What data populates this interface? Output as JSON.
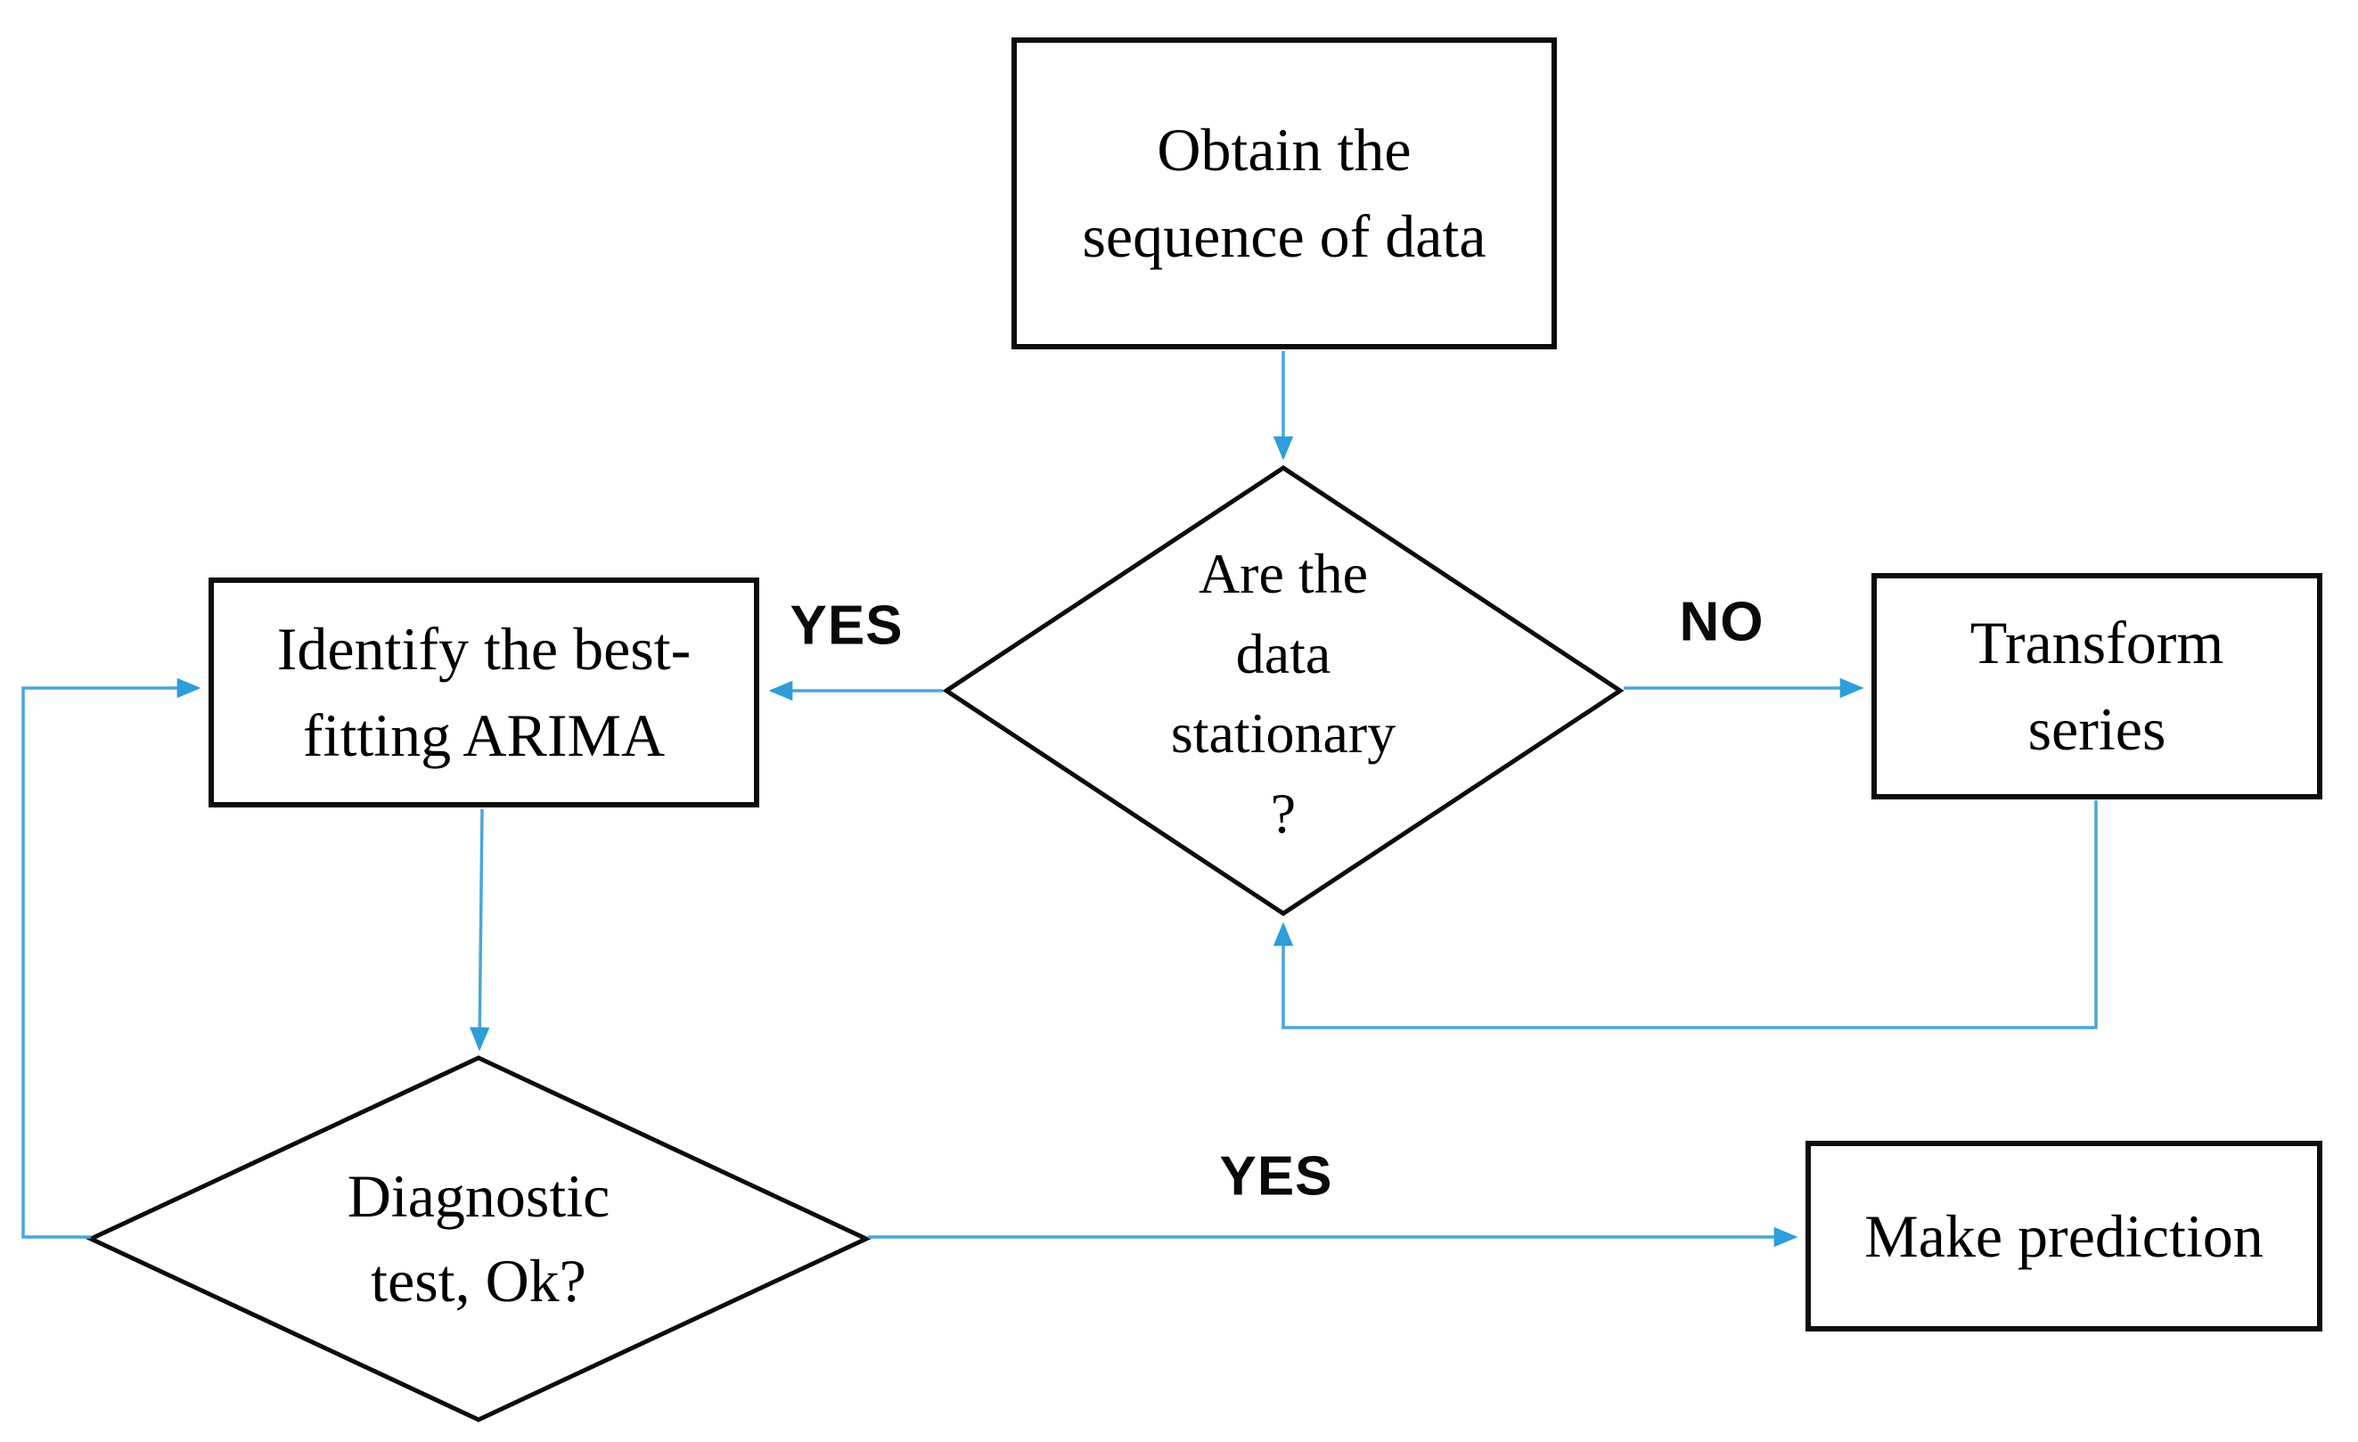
{
  "diagram": {
    "colors": {
      "arrow_line": "#4aa6db",
      "arrow_head": "#2d9ed9",
      "shape_border": "#0d0d0d",
      "background": "#ffffff",
      "text": "#000000"
    },
    "nodes": {
      "obtain": {
        "shape": "rectangle",
        "text": "Obtain the\nsequence of data"
      },
      "stationary": {
        "shape": "diamond",
        "text": "Are the\ndata\nstationary\n?"
      },
      "identify": {
        "shape": "rectangle",
        "text": "Identify the best-\nfitting ARIMA"
      },
      "transform": {
        "shape": "rectangle",
        "text": "Transform\nseries"
      },
      "diagnostic": {
        "shape": "diamond",
        "text": "Diagnostic\ntest, Ok?"
      },
      "predict": {
        "shape": "rectangle",
        "text": "Make prediction"
      }
    },
    "edge_labels": {
      "stationary_yes": "YES",
      "stationary_no": "NO",
      "diagnostic_yes": "YES"
    },
    "edges": [
      {
        "from": "obtain",
        "to": "stationary",
        "label": ""
      },
      {
        "from": "stationary",
        "to": "identify",
        "label": "YES"
      },
      {
        "from": "stationary",
        "to": "transform",
        "label": "NO"
      },
      {
        "from": "transform",
        "to": "stationary",
        "label": ""
      },
      {
        "from": "identify",
        "to": "diagnostic",
        "label": ""
      },
      {
        "from": "diagnostic",
        "to": "predict",
        "label": "YES"
      },
      {
        "from": "diagnostic",
        "to": "identify",
        "label": ""
      }
    ]
  }
}
